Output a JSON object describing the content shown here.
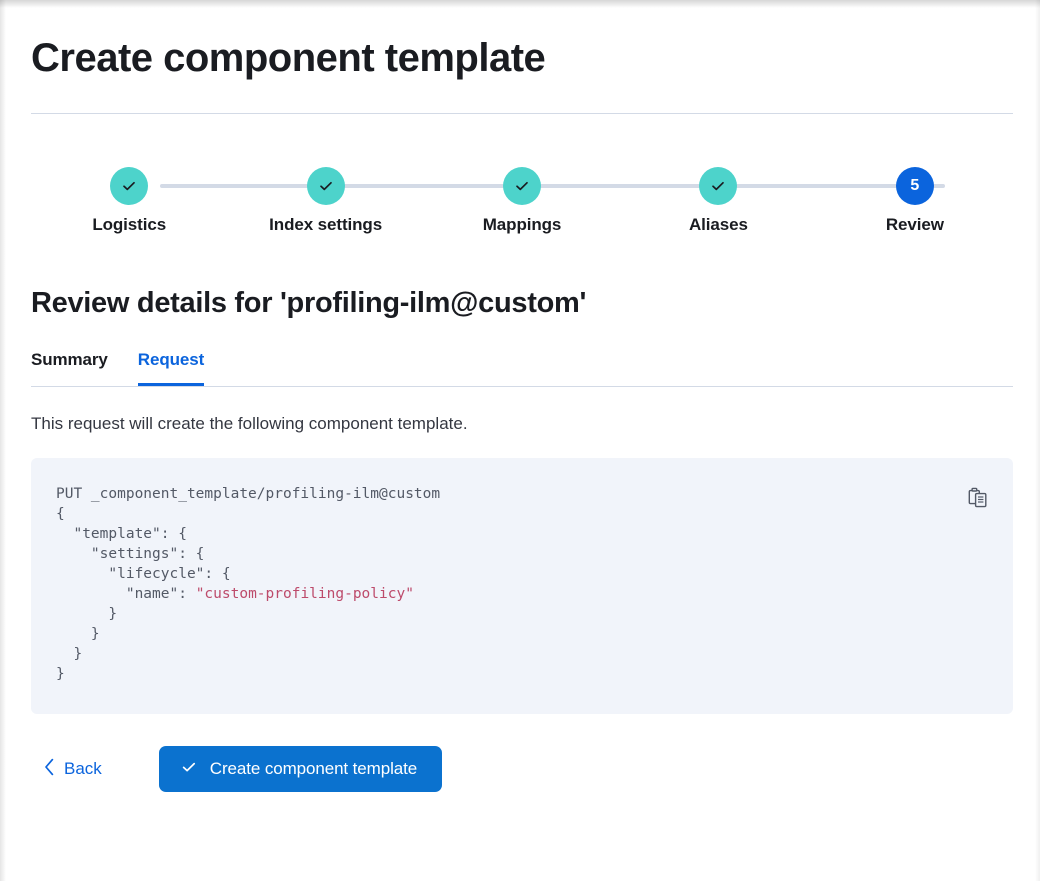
{
  "page": {
    "title": "Create component template"
  },
  "stepper": {
    "steps": [
      {
        "label": "Logistics",
        "state": "done",
        "number": "1",
        "icon": "check-icon"
      },
      {
        "label": "Index settings",
        "state": "done",
        "number": "2",
        "icon": "check-icon"
      },
      {
        "label": "Mappings",
        "state": "done",
        "number": "3",
        "icon": "check-icon"
      },
      {
        "label": "Aliases",
        "state": "done",
        "number": "4",
        "icon": "check-icon"
      },
      {
        "label": "Review",
        "state": "current",
        "number": "5",
        "icon": ""
      }
    ],
    "colors": {
      "done": "#4dd3cb",
      "current": "#0b64dd",
      "track": "#d3dae6"
    }
  },
  "review": {
    "heading": "Review details for 'profiling-ilm@custom'",
    "tabs": [
      {
        "label": "Summary",
        "active": false
      },
      {
        "label": "Request",
        "active": true
      }
    ],
    "description": "This request will create the following component template.",
    "request": {
      "method_line": "PUT _component_template/profiling-ilm@custom",
      "lines": [
        "{",
        "  \"template\": {",
        "    \"settings\": {",
        "      \"lifecycle\": {",
        "        \"name\": ",
        "      }",
        "    }",
        "  }",
        "}"
      ],
      "string_value": "\"custom-profiling-policy\"",
      "copy_icon": "copy-clipboard-icon"
    }
  },
  "actions": {
    "back_label": "Back",
    "back_icon": "chevron-left-icon",
    "create_label": "Create component template",
    "create_icon": "check-icon",
    "primary_color": "#0b72cf"
  }
}
